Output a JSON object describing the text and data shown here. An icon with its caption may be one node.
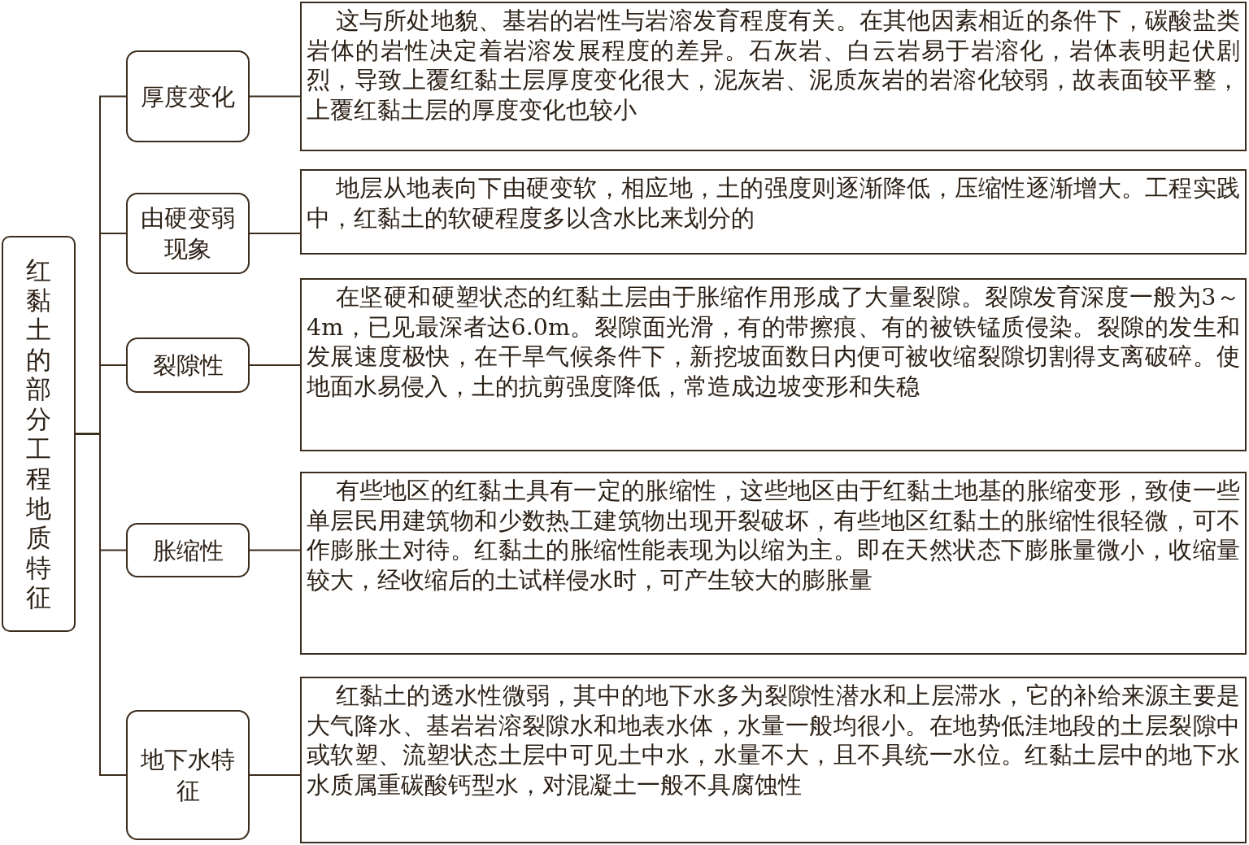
{
  "diagram": {
    "nodes": [
      {
        "text": [
          "红黏土的部分工程地质特征"
        ]
      },
      {
        "text": [
          "厚度变化"
        ]
      },
      {
        "text": [
          "这与所处地貌、基岩的岩性与岩溶发育程度有关。在其他因素相近的条件下，碳酸盐类岩体的岩性决定着岩溶发展程度的差异。石灰岩、白云岩易于岩溶化，岩体表明起伏剧烈，导致上覆红黏土层厚度变化很大，泥灰岩、泥质灰岩的岩溶化较弱，故表面较平整，上覆红黏土层的厚度变化也较小"
        ]
      },
      {
        "text": [
          "由硬变弱现象"
        ]
      },
      {
        "text": [
          "地层从地表向下由硬变软，相应地，土的强度则逐渐降低，压缩性逐渐增大。工程实践中，红黏土的软硬程度多以含水比来划分的"
        ]
      },
      {
        "text": [
          "裂隙性"
        ]
      },
      {
        "text": [
          "在坚硬和硬塑状态的红黏土层由于胀缩作用形成了大量裂隙。裂隙发育深度一般为3～4m，已见最深者达6.0m。裂隙面光滑，有的带擦痕、有的被铁锰质侵染。裂隙的发生和发展速度极快，在干旱气候条件下，新挖坡面数日内便可被收缩裂隙切割得支离破碎。使地面水易侵入，土的抗剪强度降低，常造成边坡变形和失稳"
        ]
      },
      {
        "text": [
          "胀缩性"
        ]
      },
      {
        "text": [
          "有些地区的红黏土具有一定的胀缩性，这些地区由于红黏土地基的胀缩变形，致使一些单层民用建筑物和少数热工建筑物出现开裂破坏，有些地区红黏土的胀缩性很轻微，可不作膨胀土对待。红黏土的胀缩性能表现为以缩为主。即在天然状态下膨胀量微小，收缩量较大，经收缩后的土试样侵水时，可产生较大的膨胀量"
        ]
      },
      {
        "text": [
          "地下水特征"
        ]
      },
      {
        "text": [
          "红黏土的透水性微弱，其中的地下水多为裂隙性潜水和上层滞水，它的补给来源主要是大气降水、基岩岩溶裂隙水和地表水体，水量一般均很小。在地势低洼地段的土层裂隙中或软塑、流塑状态土层中可见土中水，水量不大，且不具统一水位。红黏土层中的地下水水质属重碳酸钙型水，对混凝土一般不具腐蚀性"
        ]
      }
    ],
    "edges": [
      {
        "from": 0,
        "to": 1,
        "arrow": "none"
      },
      {
        "from": 0,
        "to": 3,
        "arrow": "none"
      },
      {
        "from": 0,
        "to": 5,
        "arrow": "none"
      },
      {
        "from": 0,
        "to": 7,
        "arrow": "none"
      },
      {
        "from": 0,
        "to": 9,
        "arrow": "none"
      },
      {
        "from": 1,
        "to": 2,
        "arrow": "none"
      },
      {
        "from": 3,
        "to": 4,
        "arrow": "none"
      },
      {
        "from": 5,
        "to": 6,
        "arrow": "none"
      },
      {
        "from": 7,
        "to": 8,
        "arrow": "none"
      },
      {
        "from": 9,
        "to": 10,
        "arrow": "none"
      }
    ]
  }
}
